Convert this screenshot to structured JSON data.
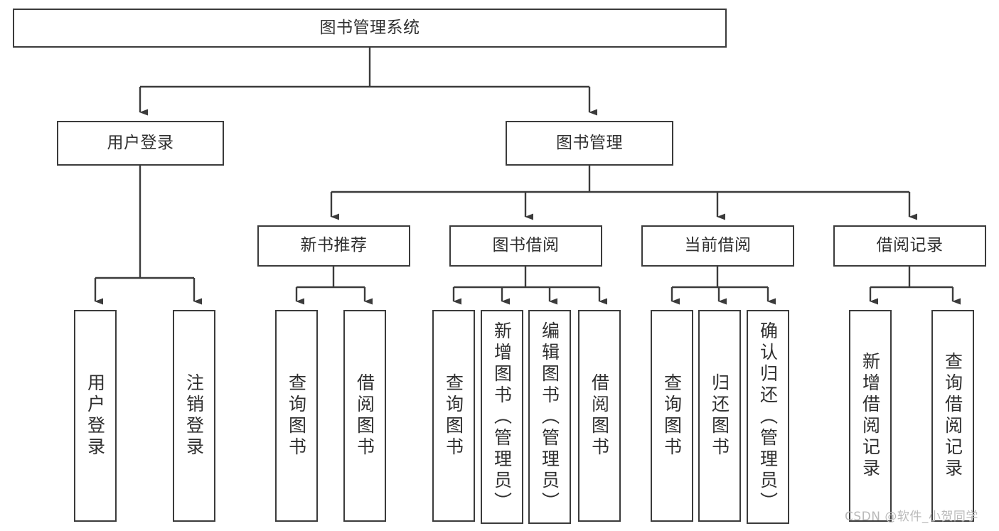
{
  "diagram": {
    "title": "图书管理系统",
    "type": "tree-hierarchy-diagram",
    "watermark": "CSDN @软件_小贺同学",
    "colors": {
      "box_border": "#3b3b3b",
      "box_fill": "#ffffff",
      "text": "#2f2f2f",
      "connector": "#3b3b3b",
      "watermark": "#b9b9b9",
      "background": "#ffffff"
    },
    "nodes": {
      "root": {
        "label": "图书管理系统"
      },
      "level2": [
        {
          "label": "用户登录"
        },
        {
          "label": "图书管理"
        }
      ],
      "level3": [
        {
          "label": "新书推荐"
        },
        {
          "label": "图书借阅"
        },
        {
          "label": "当前借阅"
        },
        {
          "label": "借阅记录"
        }
      ],
      "leaves": {
        "user_login": [
          {
            "label": "用户登录"
          },
          {
            "label": "注销登录"
          }
        ],
        "new_book": [
          {
            "label": "查询图书"
          },
          {
            "label": "借阅图书"
          }
        ],
        "book_borrow": [
          {
            "label": "查询图书"
          },
          {
            "label": "新增图书（管理员）"
          },
          {
            "label": "编辑图书（管理员）"
          },
          {
            "label": "借阅图书"
          }
        ],
        "current_borrow": [
          {
            "label": "查询图书"
          },
          {
            "label": "归还图书"
          },
          {
            "label": "确认归还（管理员）"
          }
        ],
        "borrow_record": [
          {
            "label": "新增借阅记录"
          },
          {
            "label": "查询借阅记录"
          }
        ]
      }
    }
  }
}
